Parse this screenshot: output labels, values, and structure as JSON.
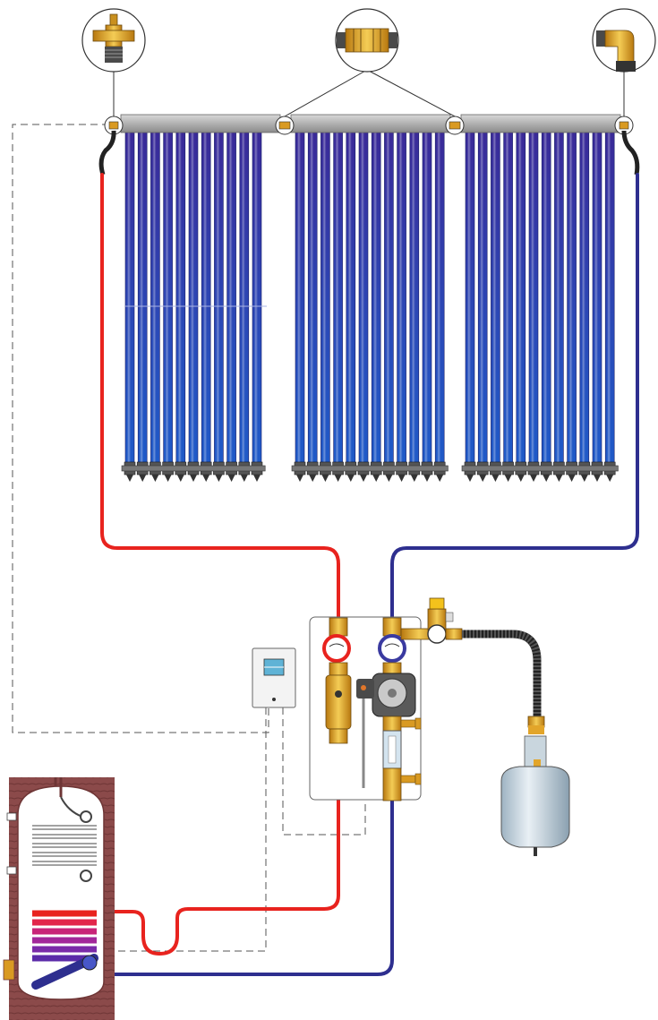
{
  "diagram": {
    "type": "solar-thermal-system-schematic",
    "collectors": {
      "count": 3,
      "tubes_per_collector": [
        11,
        12,
        12
      ]
    },
    "detail_callouts": [
      {
        "icon": "valve-fitting-icon"
      },
      {
        "icon": "coupling-fitting-icon"
      },
      {
        "icon": "elbow-fitting-icon"
      }
    ],
    "components": [
      "solar-collector",
      "pump-station",
      "controller",
      "expansion-vessel",
      "storage-tank"
    ],
    "colors": {
      "hot_pipe": "#e8231e",
      "cold_pipe": "#2e2f8f",
      "collector_tube": "#2a3ca8",
      "collector_tube_top": "#3d2a99",
      "header": "#b3b3b3",
      "brass": "#e2a52a",
      "tank": "#8b4a4a",
      "control_wire": "#555555"
    }
  }
}
